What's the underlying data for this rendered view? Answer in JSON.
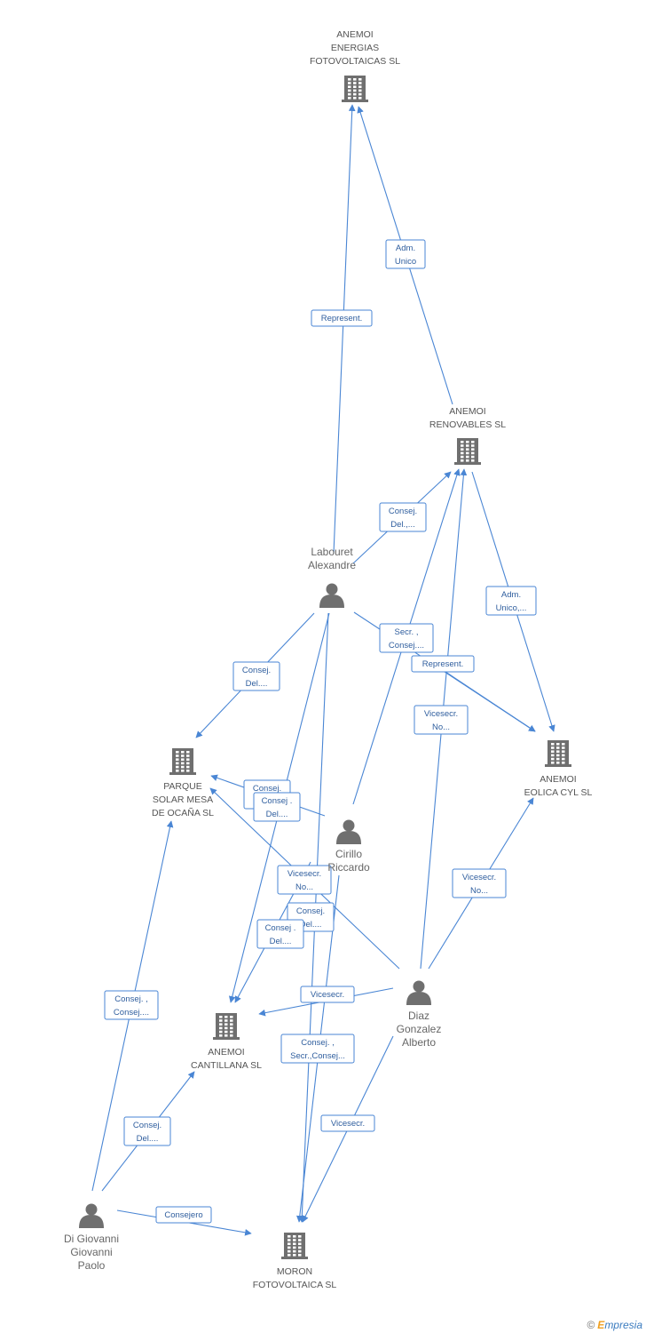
{
  "nodes": [
    {
      "id": "fotovoltaicas",
      "type": "company",
      "lines": [
        "ANEMOI",
        "ENERGIAS",
        "FOTOVOLTAICAS SL"
      ]
    },
    {
      "id": "renovables",
      "type": "company",
      "lines": [
        "ANEMOI",
        "RENOVABLES SL"
      ]
    },
    {
      "id": "labouret",
      "type": "person",
      "lines": [
        "Labouret",
        "Alexandre"
      ]
    },
    {
      "id": "parque",
      "type": "company",
      "lines": [
        "PARQUE",
        "SOLAR MESA",
        "DE OCAÑA SL"
      ]
    },
    {
      "id": "eolica",
      "type": "company",
      "lines": [
        "ANEMOI",
        "EOLICA CYL  SL"
      ]
    },
    {
      "id": "cirillo",
      "type": "person",
      "lines": [
        "Cirillo",
        "Riccardo"
      ]
    },
    {
      "id": "diaz",
      "type": "person",
      "lines": [
        "Diaz",
        "Gonzalez",
        "Alberto"
      ]
    },
    {
      "id": "cantillana",
      "type": "company",
      "lines": [
        "ANEMOI",
        "CANTILLANA SL"
      ]
    },
    {
      "id": "digiovanni",
      "type": "person",
      "lines": [
        "Di Giovanni",
        "Giovanni",
        "Paolo"
      ]
    },
    {
      "id": "moron",
      "type": "company",
      "lines": [
        "MORON",
        "FOTOVOLTAICA SL"
      ]
    }
  ],
  "edges": [
    {
      "from": "labouret",
      "to": "fotovoltaicas",
      "lines": [
        "Represent."
      ]
    },
    {
      "from": "renovables",
      "to": "fotovoltaicas",
      "lines": [
        "Adm.",
        "Unico"
      ]
    },
    {
      "from": "labouret",
      "to": "renovables",
      "lines": [
        "Consej.",
        "Del.,..."
      ]
    },
    {
      "from": "renovables",
      "to": "eolica",
      "lines": [
        "Adm.",
        "Unico,..."
      ]
    },
    {
      "from": "labouret",
      "to": "eolica",
      "lines": [
        "Secr. ,",
        "Consej...."
      ]
    },
    {
      "from": "labouret",
      "to": "parque",
      "lines": [
        "Consej.",
        "Del...."
      ]
    },
    {
      "from": "cirillo",
      "to": "eolica",
      "lines": [
        "Represent."
      ]
    },
    {
      "from": "diaz",
      "to": "renovables",
      "lines": [
        "Vicesecr.",
        "No..."
      ]
    },
    {
      "from": "cirillo",
      "to": "renovables",
      "lines": []
    },
    {
      "from": "labouret",
      "to": "cantillana",
      "lines": [
        "Consej.",
        "Del...."
      ]
    },
    {
      "from": "cirillo",
      "to": "parque",
      "lines": [
        "Consej .",
        "Del...."
      ]
    },
    {
      "from": "diaz",
      "to": "parque",
      "lines": [
        "Vicesecr.",
        "No..."
      ]
    },
    {
      "from": "diaz",
      "to": "eolica",
      "lines": [
        "Vicesecr.",
        "No..."
      ]
    },
    {
      "from": "labouret",
      "to": "moron",
      "lines": [
        "Consej.",
        "Del...."
      ]
    },
    {
      "from": "cirillo",
      "to": "cantillana",
      "lines": [
        "Consej .",
        "Del...."
      ]
    },
    {
      "from": "diaz",
      "to": "cantillana",
      "lines": [
        "Vicesecr."
      ]
    },
    {
      "from": "cirillo",
      "to": "moron",
      "lines": [
        "Consej. ,",
        "Secr.,Consej..."
      ]
    },
    {
      "from": "diaz",
      "to": "moron",
      "lines": [
        "Vicesecr."
      ]
    },
    {
      "from": "digiovanni",
      "to": "parque",
      "lines": [
        "Consej. ,",
        "Consej...."
      ]
    },
    {
      "from": "digiovanni",
      "to": "cantillana",
      "lines": [
        "Consej.",
        "Del...."
      ]
    },
    {
      "from": "digiovanni",
      "to": "moron",
      "lines": [
        "Consejero"
      ]
    }
  ],
  "footer": {
    "copyright": "©",
    "brand_initial": "E",
    "brand_rest": "mpresia"
  },
  "colors": {
    "edge": "#4a86d4",
    "icon": "#6f6f6f",
    "label": "#555555"
  }
}
